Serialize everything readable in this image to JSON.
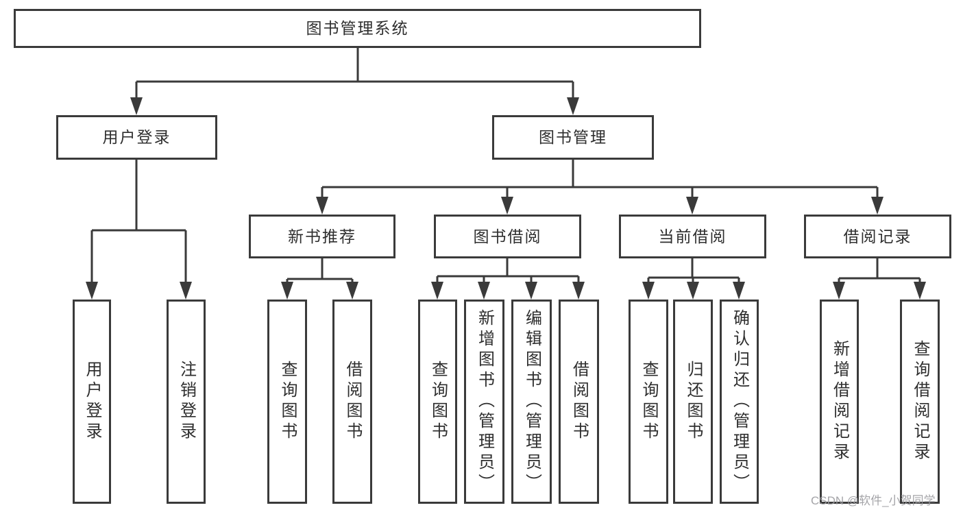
{
  "diagram": {
    "title": "图书管理系统",
    "type": "hierarchy",
    "colors": {
      "line": "#3a3a3a",
      "text": "#2e2e2e",
      "watermark": "#9b9b9f"
    }
  },
  "nodes": {
    "root": {
      "label": "图书管理系统"
    },
    "user_login": {
      "label": "用户登录"
    },
    "book_mgmt": {
      "label": "图书管理"
    },
    "new_book_rec": {
      "label": "新书推荐"
    },
    "book_borrow": {
      "label": "图书借阅"
    },
    "current_borrow": {
      "label": "当前借阅"
    },
    "borrow_record": {
      "label": "借阅记录"
    },
    "leaf_user_login": {
      "label": "用户登录"
    },
    "leaf_logout": {
      "label": "注销登录"
    },
    "leaf_rec_query": {
      "label": "查询图书"
    },
    "leaf_rec_borrow": {
      "label": "借阅图书"
    },
    "leaf_bb_query": {
      "label": "查询图书"
    },
    "leaf_bb_add": {
      "label": "新增图书（管理员）"
    },
    "leaf_bb_edit": {
      "label": "编辑图书（管理员）"
    },
    "leaf_bb_borrow": {
      "label": "借阅图书"
    },
    "leaf_cb_query": {
      "label": "查询图书"
    },
    "leaf_cb_return": {
      "label": "归还图书"
    },
    "leaf_cb_confirm": {
      "label": "确认归还（管理员）"
    },
    "leaf_br_add": {
      "label": "新增借阅记录"
    },
    "leaf_br_query": {
      "label": "查询借阅记录"
    }
  },
  "watermark": "CSDN @软件_小贺同学"
}
